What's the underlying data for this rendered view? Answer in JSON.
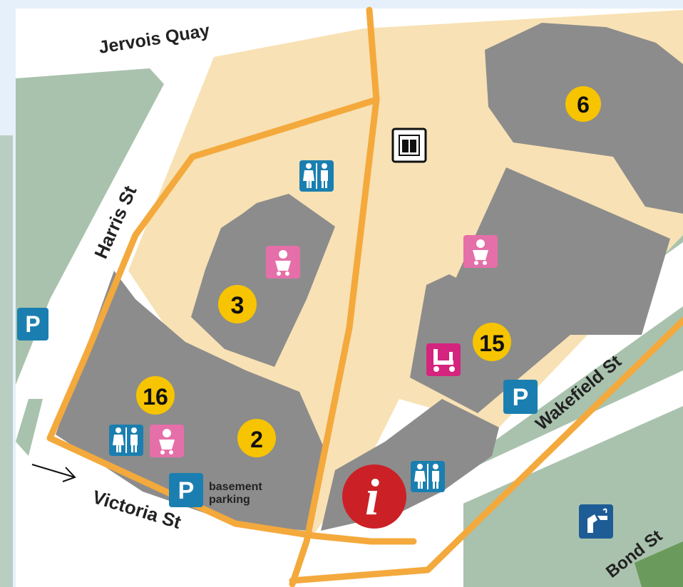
{
  "streets": {
    "jervois_quay": "Jervois Quay",
    "harris_st": "Harris St",
    "victoria_st": "Victoria St",
    "wakefield_st": "Wakefield St",
    "bond_st": "Bond St"
  },
  "buildings": {
    "b3": "3",
    "b6": "6",
    "b15": "15",
    "b16": "16",
    "b2": "2"
  },
  "parking": {
    "symbol": "P",
    "basement_line1": "basement",
    "basement_line2": "parking"
  },
  "info": {
    "symbol": "i"
  },
  "colors": {
    "background": "#b9cec1",
    "park": "#a9c2ad",
    "plaza": "#f8e1b4",
    "building": "#8c8c8c",
    "route": "#f4a93c",
    "marker": "#f6c400",
    "toilet_badge": "#1a7fb0",
    "baby_badge": "#e56fa8",
    "mobility_badge": "#d4247e",
    "info_circle": "#cc2027",
    "water_badge": "#1e5c96"
  },
  "icons": [
    "toilets-icon",
    "baby-change-icon",
    "lift-icon",
    "mobility-scooter-icon",
    "parking-icon",
    "information-icon",
    "drinking-water-icon",
    "direction-arrow-icon"
  ]
}
